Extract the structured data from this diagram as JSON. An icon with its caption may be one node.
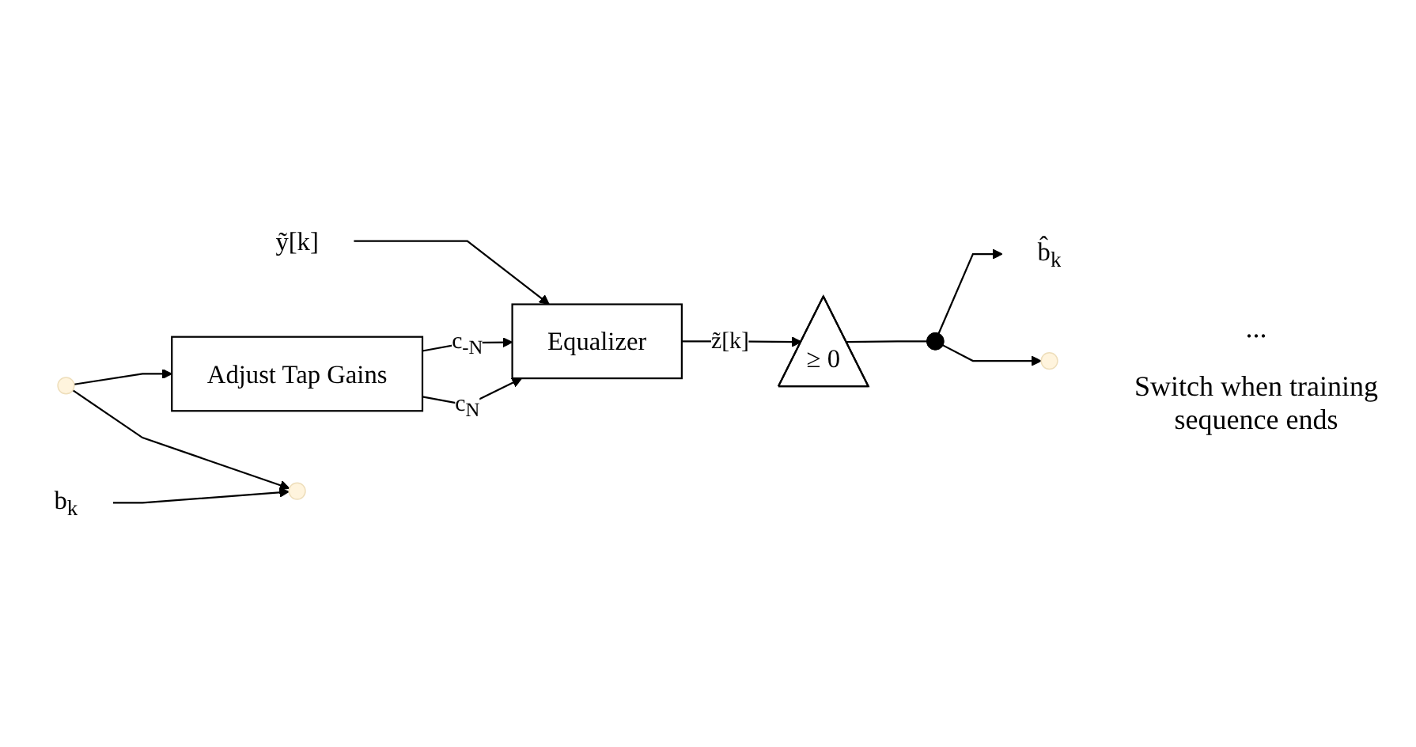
{
  "diagram": {
    "nodes": [
      {
        "text": [
          "ỹ[k]"
        ]
      },
      {
        "text": [
          "Equalizer"
        ]
      },
      {
        "text": [
          "≥ 0"
        ]
      },
      {
        "text": [],
        "shape": "circle"
      },
      {
        "text": [
          "b̂$_{k}$"
        ]
      },
      {
        "text": [
          "Adjust Tap Gains"
        ]
      },
      {
        "text": [],
        "shape": "circle"
      },
      {
        "text": [],
        "shape": "circle"
      },
      {
        "text": [],
        "shape": "circle"
      },
      {
        "text": [
          "b$_{k}$"
        ]
      }
    ],
    "edges": [
      {
        "from": 0,
        "to": 1,
        "arrow": "to"
      },
      {
        "from": 1,
        "to": 2,
        "arrow": "to",
        "label": "z̃[k]"
      },
      {
        "from": 2,
        "to": 3,
        "arrow": "none"
      },
      {
        "from": 3,
        "to": 4,
        "arrow": "to"
      },
      {
        "from": 5,
        "to": 1,
        "arrow": "to",
        "label": "c$_{-N}$"
      },
      {
        "from": 5,
        "to": 1,
        "arrow": "to",
        "label": "c$_{N}$"
      },
      {
        "from": 3,
        "to": 7,
        "arrow": "to"
      },
      {
        "from": 9,
        "to": 8,
        "arrow": "to"
      },
      {
        "from": 6,
        "to": 5,
        "arrow": "to"
      },
      {
        "from": 6,
        "to": 8,
        "arrow": "to"
      }
    ],
    "labels": [
      "...",
      "Switch when training sequence ends"
    ]
  }
}
